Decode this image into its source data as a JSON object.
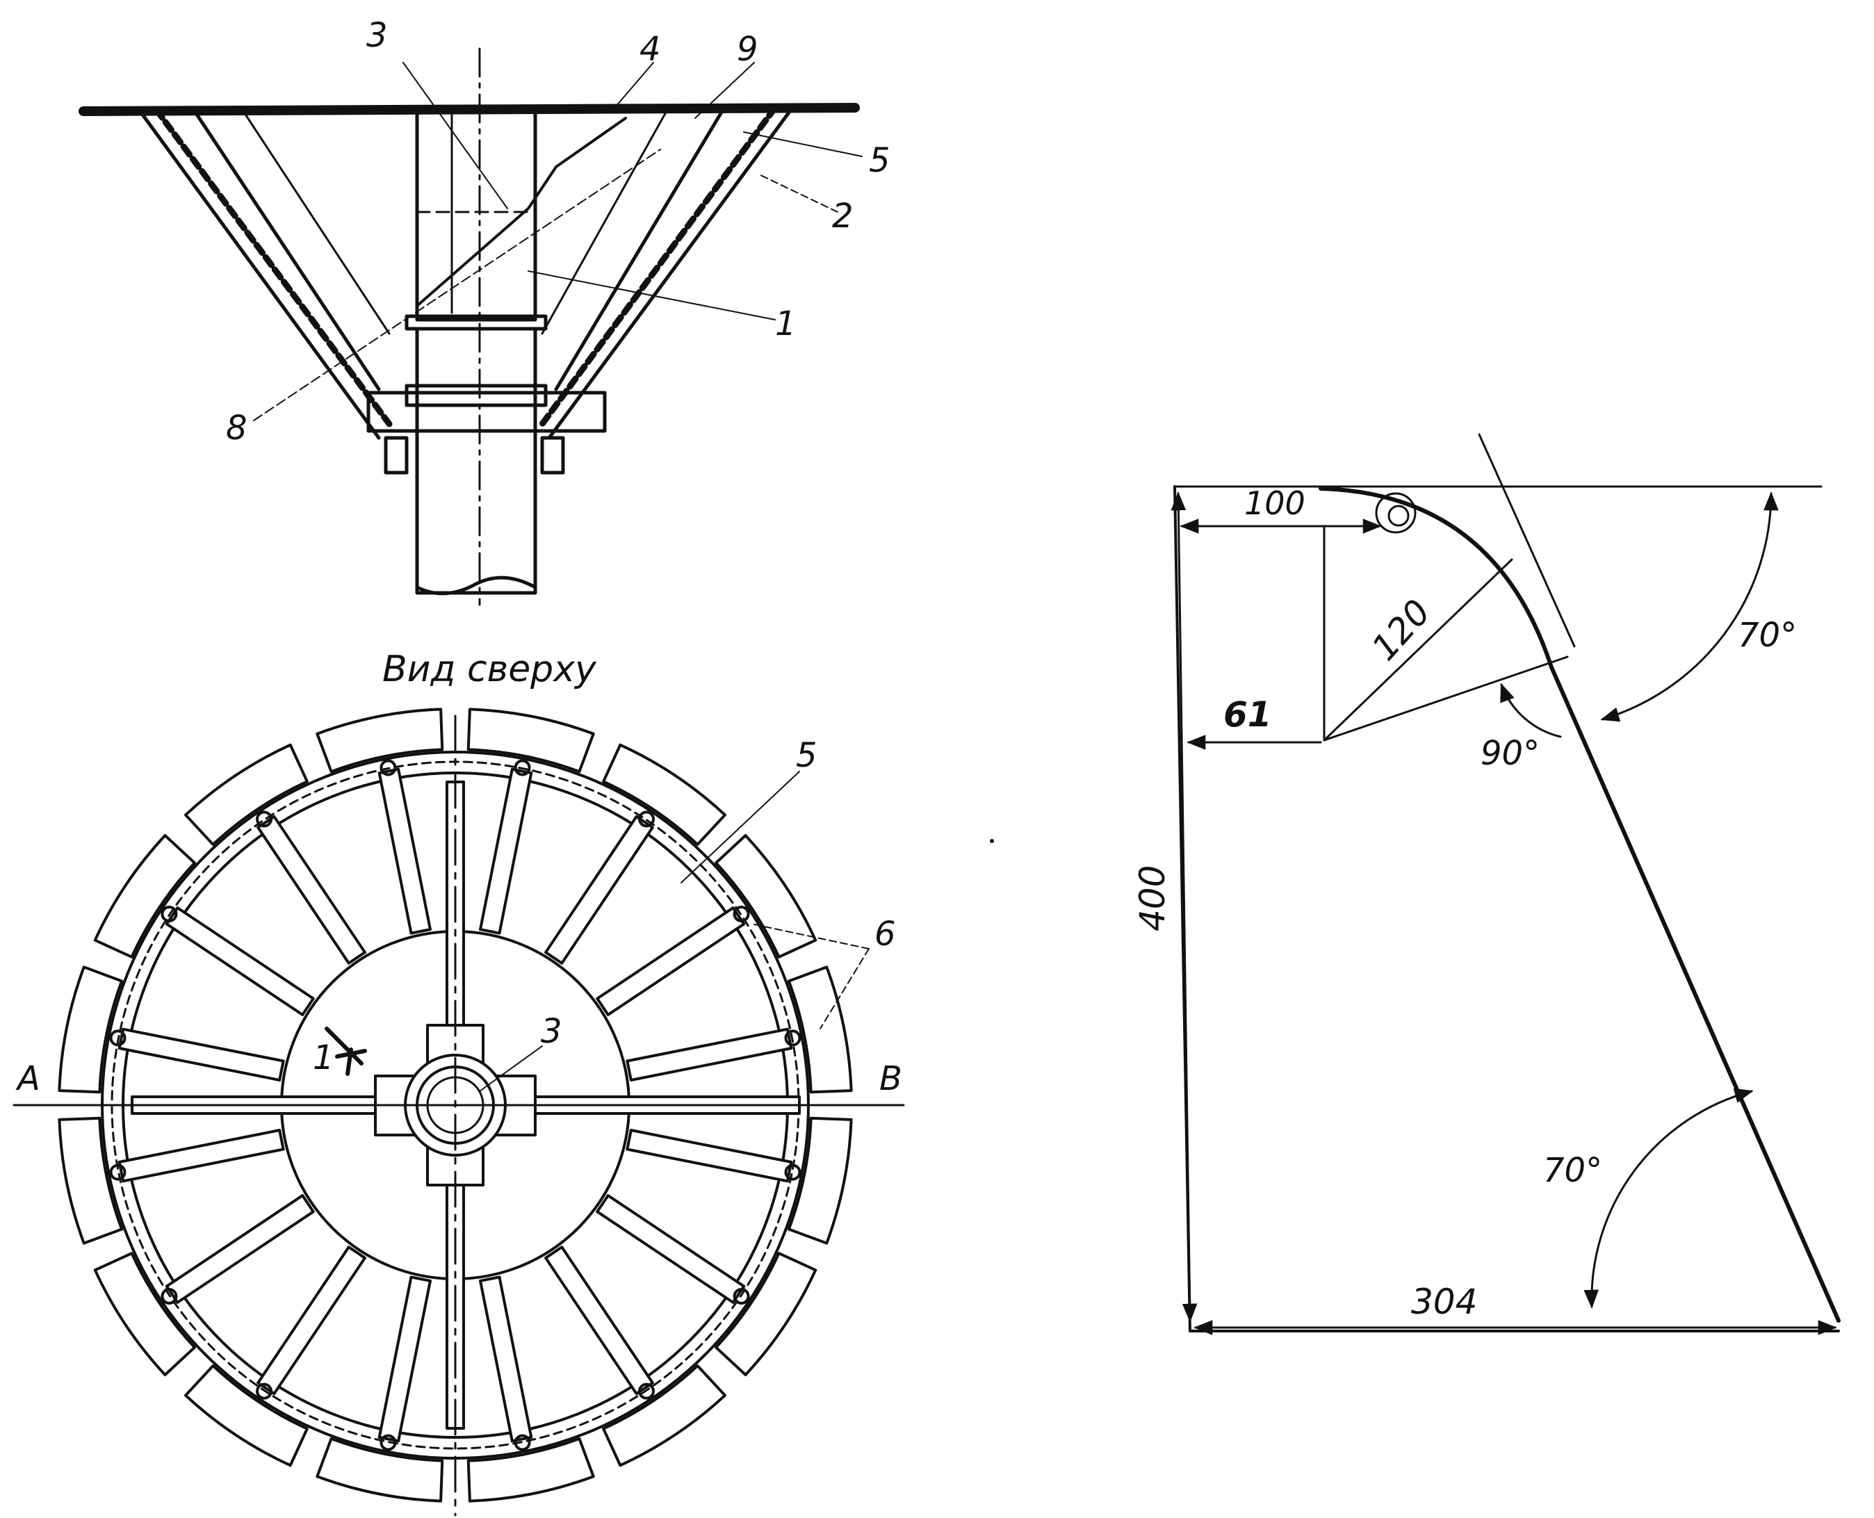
{
  "side_view": {
    "part_labels": [
      "3",
      "4",
      "9",
      "5",
      "2",
      "1",
      "8"
    ]
  },
  "top_view": {
    "caption": "Вид сверху",
    "part_labels": [
      "5",
      "6",
      "3",
      "1"
    ],
    "section_start": "A",
    "section_end": "B"
  },
  "template": {
    "dim_top": "100",
    "dim_radius": "120",
    "dim_mid": "61",
    "dim_height": "400",
    "dim_bottom": "304",
    "angle_top": "70°",
    "angle_right": "90°",
    "angle_bottom": "70°"
  },
  "colors": {
    "ink": "#111111",
    "paper": "#ffffff"
  }
}
